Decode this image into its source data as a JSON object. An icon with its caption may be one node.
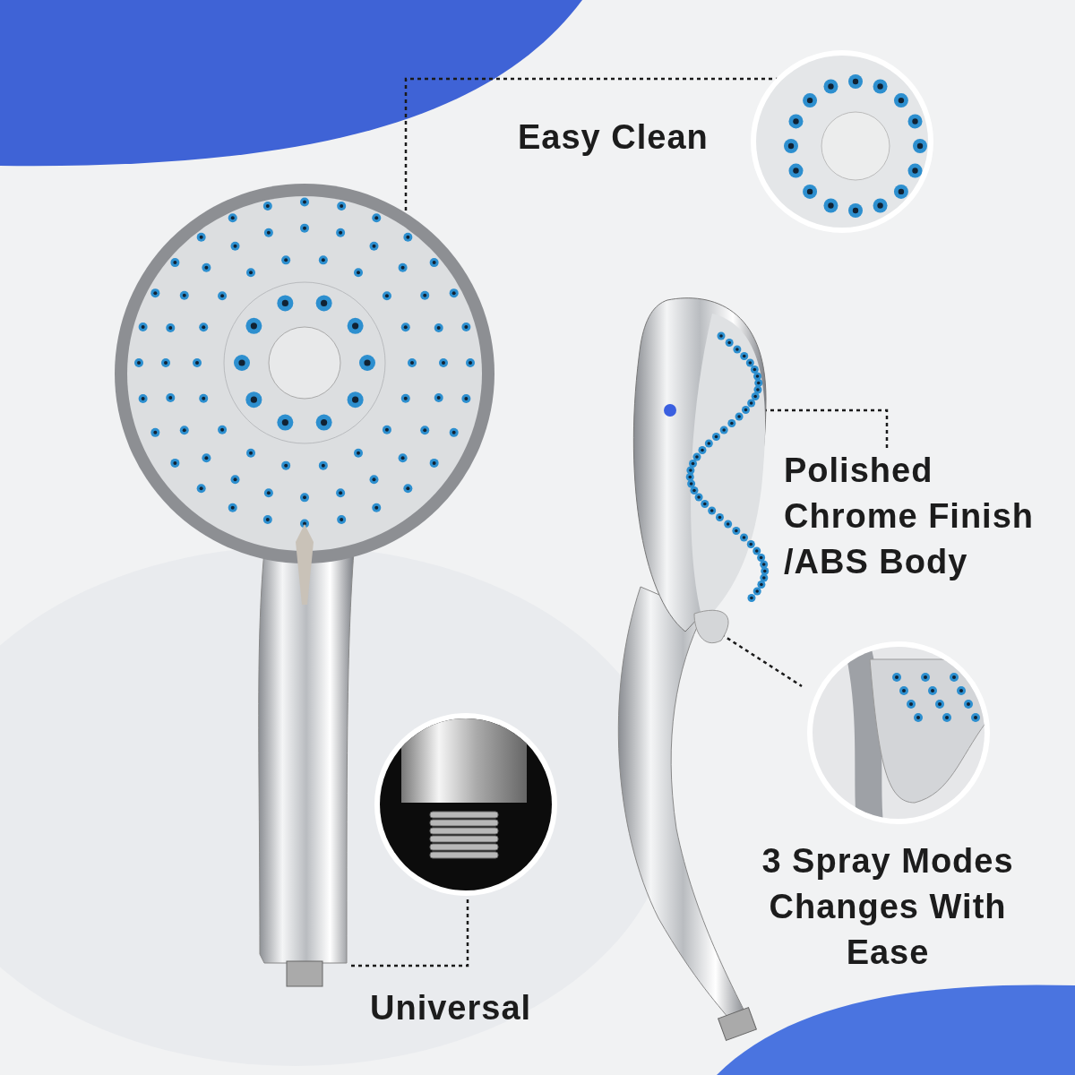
{
  "diagram": {
    "nodes": [
      {
        "text": [],
        "shape": "picture"
      },
      {
        "text": [],
        "shape": "picture"
      },
      {
        "text": [],
        "shape": "picture"
      },
      {
        "text": [
          "Polished Chrome Finish /ABS Body"
        ]
      },
      {
        "text": [],
        "shape": "picture"
      },
      {
        "text": [],
        "shape": "picture"
      }
    ],
    "edges": [
      {
        "from": 0,
        "to": 2,
        "arrow": "none",
        "style": "dashed"
      },
      {
        "from": 1,
        "to": 3,
        "arrow": "none",
        "style": "dashed"
      },
      {
        "from": 1,
        "to": 4,
        "arrow": "none",
        "style": "dashed"
      },
      {
        "from": 0,
        "to": 5,
        "arrow": "none",
        "style": "dashed"
      }
    ],
    "labels": [
      "Easy Clean",
      "3 Spray Modes Changes With Ease",
      "Universal"
    ]
  }
}
